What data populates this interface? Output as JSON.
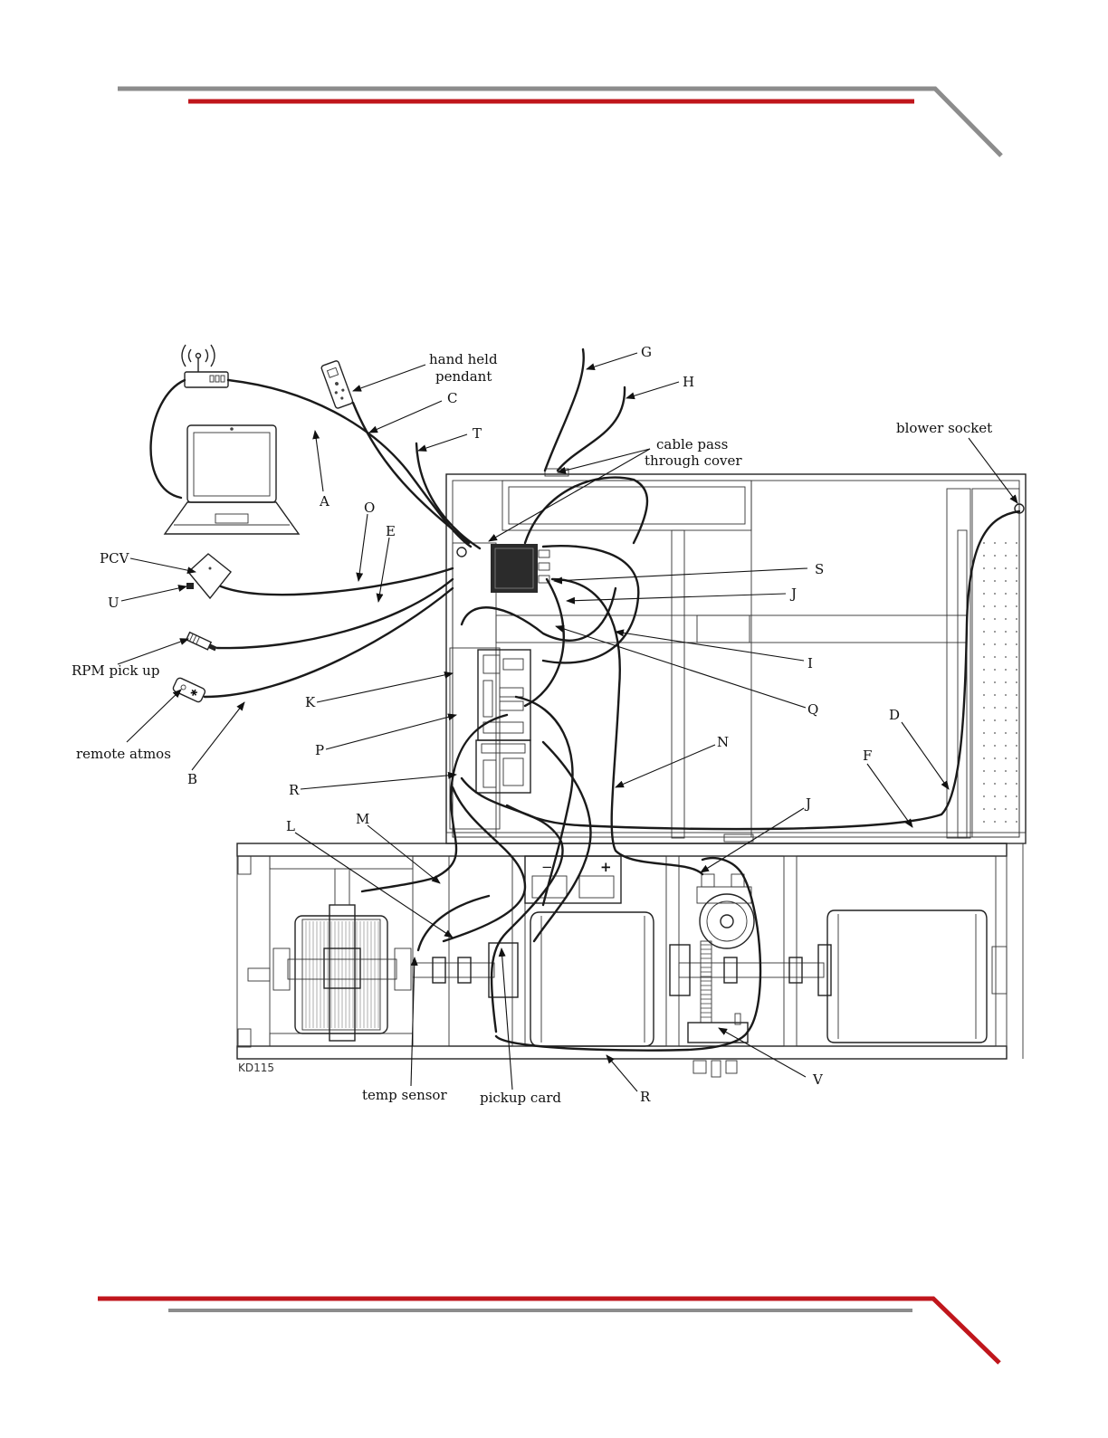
{
  "colors": {
    "accent_red": "#c0161c",
    "rule_gray": "#8c8c8c",
    "line": "#1a1a1a"
  },
  "diagram": {
    "code": "KD115",
    "labels": {
      "hand_held_pendant_1": "hand held",
      "hand_held_pendant_2": "pendant",
      "cable_pass_1": "cable pass",
      "cable_pass_2": "through cover",
      "blower_socket": "blower socket",
      "pcv": "PCV",
      "rpm_pick_up": "RPM pick up",
      "remote_atmos": "remote atmos",
      "temp_sensor": "temp sensor",
      "pickup_card": "pickup card",
      "A": "A",
      "B": "B",
      "C": "C",
      "D": "D",
      "E": "E",
      "F": "F",
      "G": "G",
      "H": "H",
      "I": "I",
      "J_top": "J",
      "J_bottom": "J",
      "K": "K",
      "L": "L",
      "M": "M",
      "N": "N",
      "O": "O",
      "P": "P",
      "Q": "Q",
      "R_left": "R",
      "R_bottom": "R",
      "S": "S",
      "T": "T",
      "U": "U",
      "V": "V",
      "minus": "−",
      "plus": "+"
    }
  }
}
